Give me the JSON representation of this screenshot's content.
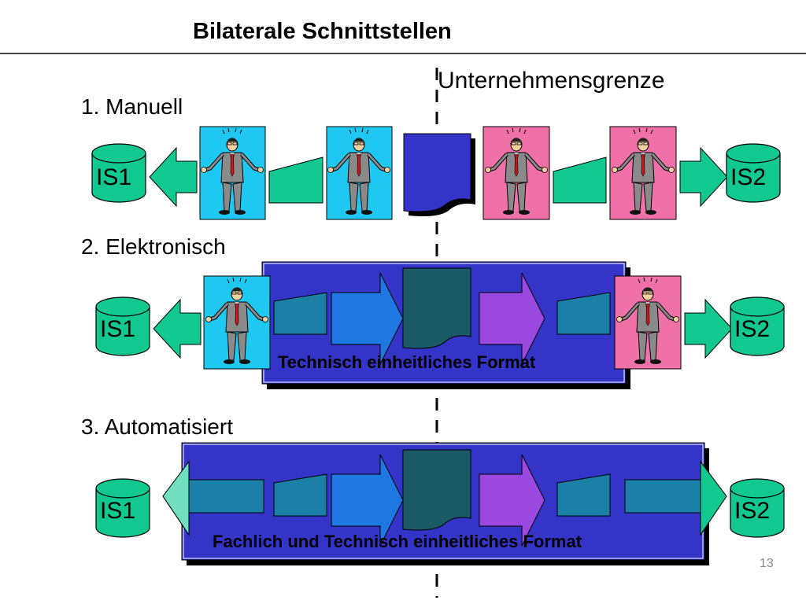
{
  "slide": {
    "title": "Bilaterale Schnittstellen",
    "boundary_label": "Unternehmensgrenze",
    "page_number": "13"
  },
  "rows": [
    {
      "label": "1. Manuell",
      "left_system": "IS1",
      "right_system": "IS2"
    },
    {
      "label": "2. Elektronisch",
      "left_system": "IS1",
      "right_system": "IS2",
      "caption": "Technisch einheitliches Format"
    },
    {
      "label": "3. Automatisiert",
      "left_system": "IS1",
      "right_system": "IS2",
      "caption": "Fachlich und Technisch einheitliches Format"
    }
  ],
  "colors": {
    "arrow_green": "#10c890",
    "panel_blue": "#3434c8",
    "person_cyan": "#1ec8f0",
    "person_pink": "#f070a8",
    "teal_box": "#1a80a8",
    "dark_doc": "#1a5a64",
    "arrow_blue": "#1e78e0",
    "arrow_purple": "#9a48e0"
  }
}
